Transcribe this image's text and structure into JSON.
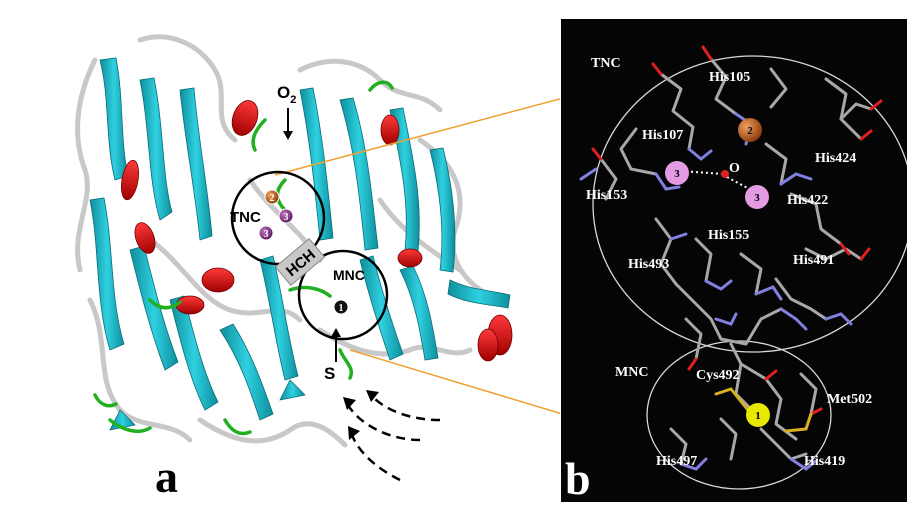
{
  "panels": {
    "a": {
      "letter": "a",
      "labels": {
        "o2_main": "O",
        "o2_sub": "2",
        "tnc": "TNC",
        "hch": "HCH",
        "mnc": "MNC",
        "substrate": "S"
      },
      "markers": {
        "cu2": "2",
        "cu3a": "3",
        "cu3b": "3",
        "cu1": "1"
      }
    },
    "b": {
      "letter": "b",
      "labels": {
        "tnc": "TNC",
        "mnc": "MNC",
        "oxygen": "O"
      },
      "atoms": {
        "cu2": "2",
        "cu3a": "3",
        "cu3b": "3",
        "cu1": "1"
      },
      "residues": {
        "his105": "His105",
        "his107": "His107",
        "his424": "His424",
        "his153": "His153",
        "his422": "His422",
        "his155": "His155",
        "his493": "His493",
        "his491": "His491",
        "cys492": "Cys492",
        "met502": "Met502",
        "his497": "His497",
        "his419": "His419"
      }
    }
  },
  "colors": {
    "helix": "#d40000",
    "strand": "#19b8c8",
    "coil": "#c8c8c8",
    "turn": "#20b020",
    "copper_t2": "#c25a12",
    "copper_t3": "#8e3b8e",
    "copper_t3_b": "#e39ce3",
    "copper_t1": "#e8e800",
    "callout": "#f0a030",
    "sphere": "#d8d8d8",
    "nitrogen": "#8080e0",
    "oxygen_atom": "#e02020"
  }
}
